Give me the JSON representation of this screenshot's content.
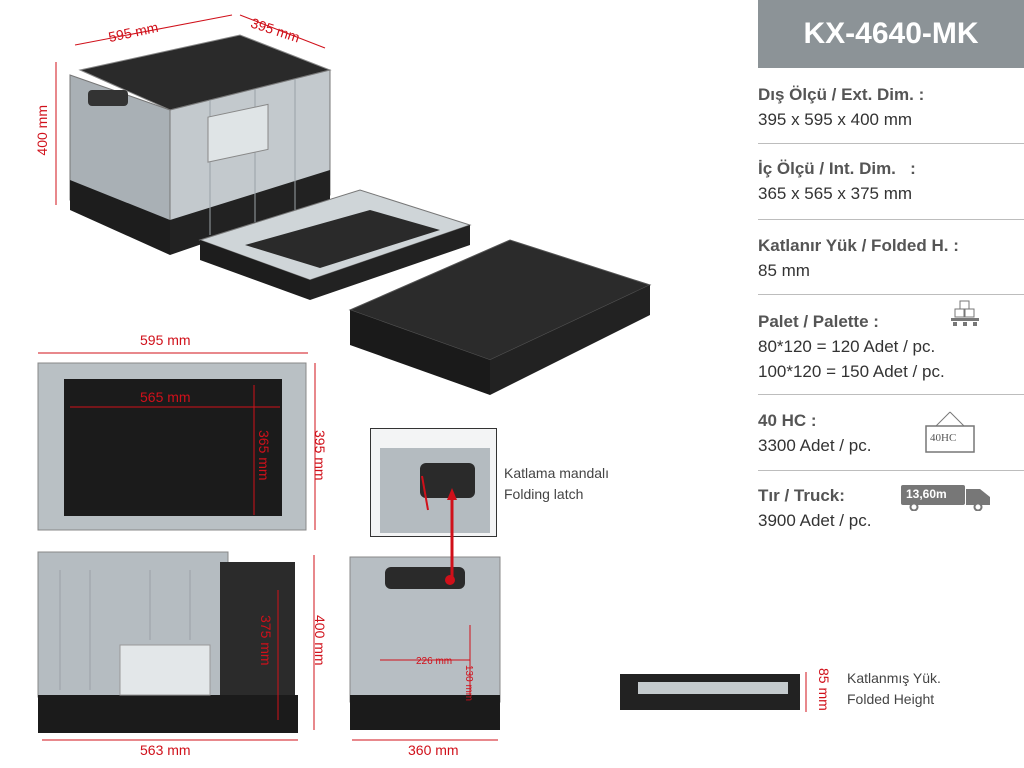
{
  "product_code": "KX-4640-MK",
  "specs": {
    "ext": {
      "label": "Dış Ölçü / Ext. Dim. :",
      "value": "395 x 595 x 400 mm"
    },
    "int": {
      "label": "İç Ölçü / Int. Dim.   :",
      "value": "365 x 565 x 375 mm"
    },
    "folded": {
      "label": "Katlanır Yük / Folded H. :",
      "value": "85 mm"
    },
    "pallet": {
      "label": "Palet / Palette :",
      "value1": "80*120 = 120 Adet / pc.",
      "value2": "100*120 = 150 Adet / pc."
    },
    "hc": {
      "label": "40 HC :",
      "value": "3300 Adet / pc.",
      "icon_text": "40HC"
    },
    "truck": {
      "label": "Tır / Truck:",
      "value": "3900 Adet / pc.",
      "icon_text": "13,60m"
    }
  },
  "dims": {
    "top_width": "595 mm",
    "top_depth": "395 mm",
    "top_height": "400 mm",
    "plan_outer_w": "595 mm",
    "plan_inner_w": "565 mm",
    "plan_inner_d": "365 mm",
    "plan_outer_d": "395 mm",
    "side_inner_h": "375 mm",
    "side_outer_h": "400 mm",
    "side_inner_w": "563 mm",
    "front_w": "360 mm",
    "handle_w": "226 mm",
    "handle_h": "130 mm",
    "folded_h": "85 mm"
  },
  "captions": {
    "latch_tr": "Katlama mandalı",
    "latch_en": "Folding latch",
    "folded_tr": "Katlanmış Yük.",
    "folded_en": "Folded Height"
  },
  "colors": {
    "red": "#d0101a",
    "header": "#8c9397",
    "crate_grey": "#b8bfc4",
    "crate_dark": "#1c1c1c"
  }
}
